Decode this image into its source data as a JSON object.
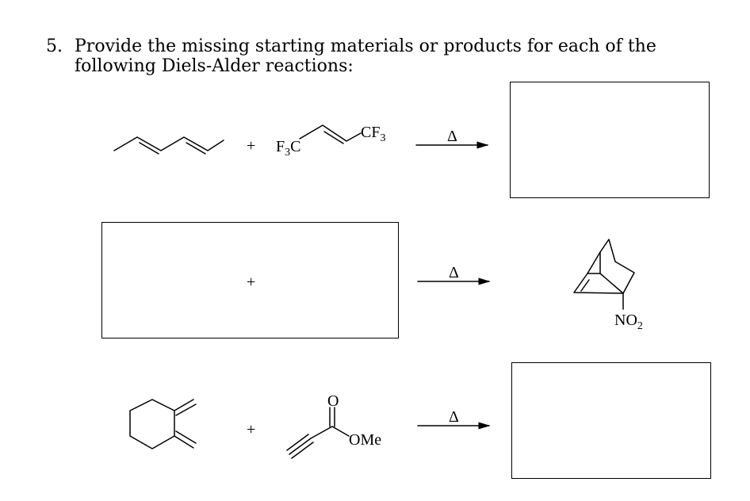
{
  "question": {
    "number": "5.",
    "text": "Provide the missing starting materials or products for each of the following Diels-Alder reactions:"
  },
  "reactions": [
    {
      "plus": "+",
      "arrow_label": "Δ",
      "reagent_labels": {
        "left": "F",
        "left_sub": "3",
        "left_end": "C",
        "right": "CF",
        "right_sub": "3"
      }
    },
    {
      "plus": "+",
      "arrow_label": "Δ",
      "product_label": "NO",
      "product_label_sub": "2"
    },
    {
      "plus": "+",
      "arrow_label": "Δ",
      "reagent_labels": {
        "oxygen": "O",
        "ester": "OMe"
      }
    }
  ]
}
